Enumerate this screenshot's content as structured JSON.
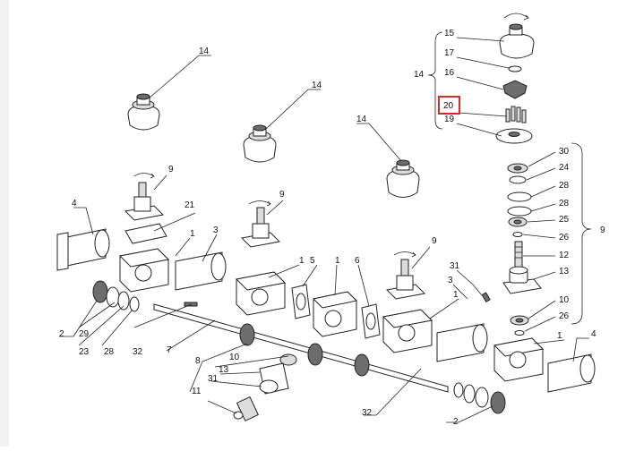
{
  "labels": {
    "l14a": "14",
    "l14b": "14",
    "l14c": "14",
    "l14d": "14",
    "l15": "15",
    "l17": "17",
    "l16": "16",
    "l20": "20",
    "l19": "19",
    "l30": "30",
    "l24": "24",
    "l28a": "28",
    "l28b": "28",
    "l25a": "25",
    "l26a": "26",
    "l12": "12",
    "l13a": "13",
    "l10a": "10",
    "l26b": "26",
    "l9group": "9",
    "l9a": "9",
    "l9b": "9",
    "l9c": "9",
    "l21": "21",
    "l4a": "4",
    "l4b": "4",
    "l1a": "1",
    "l1b": "1",
    "l1c": "1",
    "l1d": "1",
    "l1e": "1",
    "l3a": "3",
    "l3b": "3",
    "l5": "5",
    "l6": "6",
    "l31a": "31",
    "l31b": "31",
    "l2a": "2",
    "l2b": "2",
    "l29": "29",
    "l23": "23",
    "l28c": "28",
    "l32a": "32",
    "l32b": "32",
    "l7": "7",
    "l8": "8",
    "l10b": "10",
    "l13b": "13",
    "l11": "11"
  },
  "highlight": {
    "part": "20",
    "color": "#d62b2b"
  }
}
